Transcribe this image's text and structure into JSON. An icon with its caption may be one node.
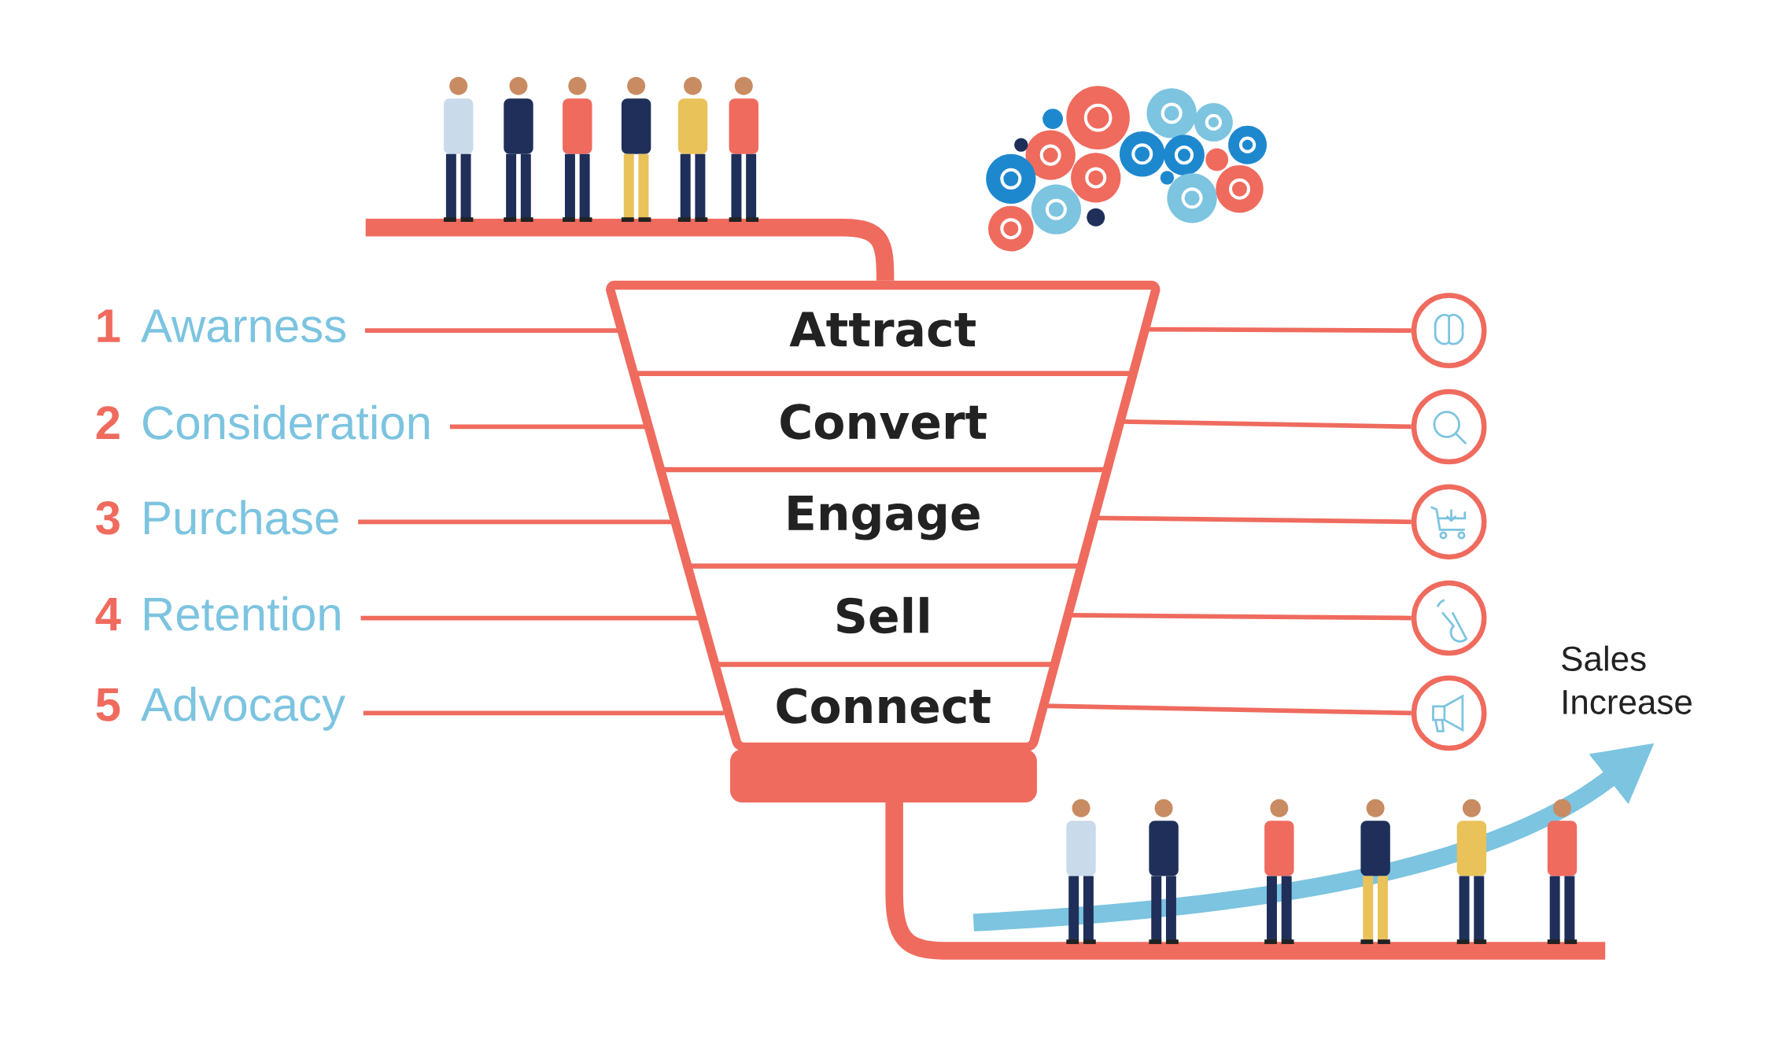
{
  "diagram": {
    "nodes": [
      {
        "text": [
          "Attract"
        ]
      },
      {
        "text": [
          "Convert"
        ]
      },
      {
        "text": [
          "Engage"
        ]
      },
      {
        "text": [
          "Sell"
        ]
      },
      {
        "text": [
          "Connect"
        ]
      },
      {
        "text": [
          "1",
          "Awarness"
        ]
      },
      {
        "text": [
          "2",
          "Consideration"
        ]
      },
      {
        "text": [
          "3",
          "Purchase"
        ]
      },
      {
        "text": [
          "4",
          "Retention"
        ]
      },
      {
        "text": [
          "5",
          "Advocacy"
        ]
      },
      {
        "text": [],
        "shape": "circle"
      },
      {
        "text": [],
        "shape": "circle"
      },
      {
        "text": [],
        "shape": "circle"
      },
      {
        "text": [],
        "shape": "circle"
      },
      {
        "text": [],
        "shape": "circle"
      }
    ],
    "edges": [
      {
        "from": 5,
        "to": 0,
        "arrow": "none"
      },
      {
        "from": 6,
        "to": 1,
        "arrow": "none"
      },
      {
        "from": 7,
        "to": 2,
        "arrow": "none"
      },
      {
        "from": 8,
        "to": 3,
        "arrow": "none"
      },
      {
        "from": 9,
        "to": 4,
        "arrow": "none"
      },
      {
        "from": 0,
        "to": 10,
        "arrow": "none"
      },
      {
        "from": 1,
        "to": 11,
        "arrow": "none"
      },
      {
        "from": 2,
        "to": 12,
        "arrow": "none"
      },
      {
        "from": 3,
        "to": 13,
        "arrow": "none"
      },
      {
        "from": 4,
        "to": 14,
        "arrow": "none"
      }
    ],
    "labels": [
      "Sales Increase"
    ]
  }
}
